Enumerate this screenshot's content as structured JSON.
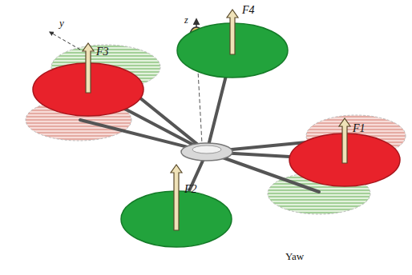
{
  "diagram": {
    "nodes": [
      {
        "text": [
          "F4"
        ]
      },
      {
        "text": [
          "F3"
        ]
      },
      {
        "text": [
          "F1"
        ]
      },
      {
        "text": [
          "F2"
        ]
      }
    ],
    "labels": [
      "y",
      "z",
      "Yaw"
    ]
  }
}
